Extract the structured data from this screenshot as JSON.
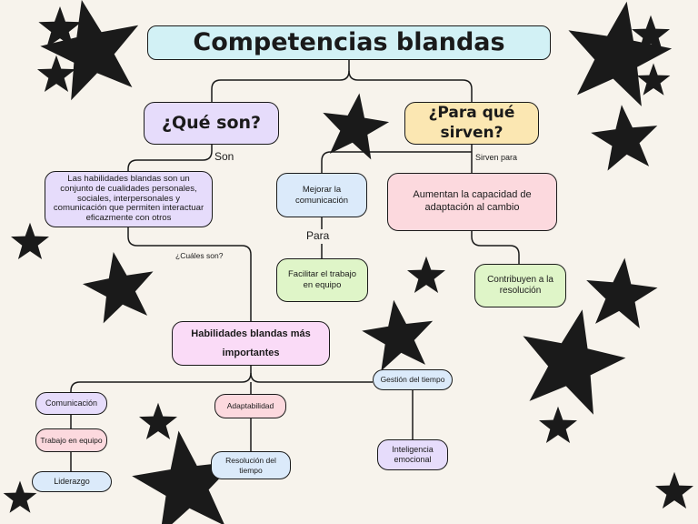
{
  "title": "Competencias blandas",
  "left": {
    "header": "¿Qué son?",
    "son_label": "Son",
    "definition": "Las habilidades blandas son un conjunto de cualidades personales, sociales, interpersonales y comunicación que permiten interactuar eficazmente con otros",
    "cuales_label": "¿Cuáles son?",
    "important": "Habilidades blandas más importantes",
    "skills": {
      "comunicacion": "Comunicación",
      "trabajo": "Trabajo en equipo",
      "liderazgo": "Liderazgo",
      "adaptabilidad": "Adaptabilidad",
      "resolucion": "Resolución del tiempo",
      "gestion": "Gestión del tiempo",
      "inteligencia": "Inteligencia emocional"
    }
  },
  "right": {
    "header": "¿Para qué sirven?",
    "sirven_label": "Sirven para",
    "mejorar": "Mejorar la comunicación",
    "para_label": "Para",
    "facilitar": "Facilitar el trabajo en equipo",
    "aumentan": "Aumentan la capacidad de adaptación al cambio",
    "contribuyen": "Contribuyen a la resolución"
  },
  "colors": {
    "background": "#f7f3ec",
    "title_fill": "#d2f1f5",
    "que_son_fill": "#e6dcfb",
    "para_que_fill": "#fbe7b2",
    "blue_fill": "#dbeafa",
    "pink_fill": "#fcd9de",
    "green_fill": "#dff5c8",
    "magenta_fill": "#fadbf7",
    "stroke": "#1a1a1a"
  },
  "decoration_icon": "hand-drawn-star-icon"
}
